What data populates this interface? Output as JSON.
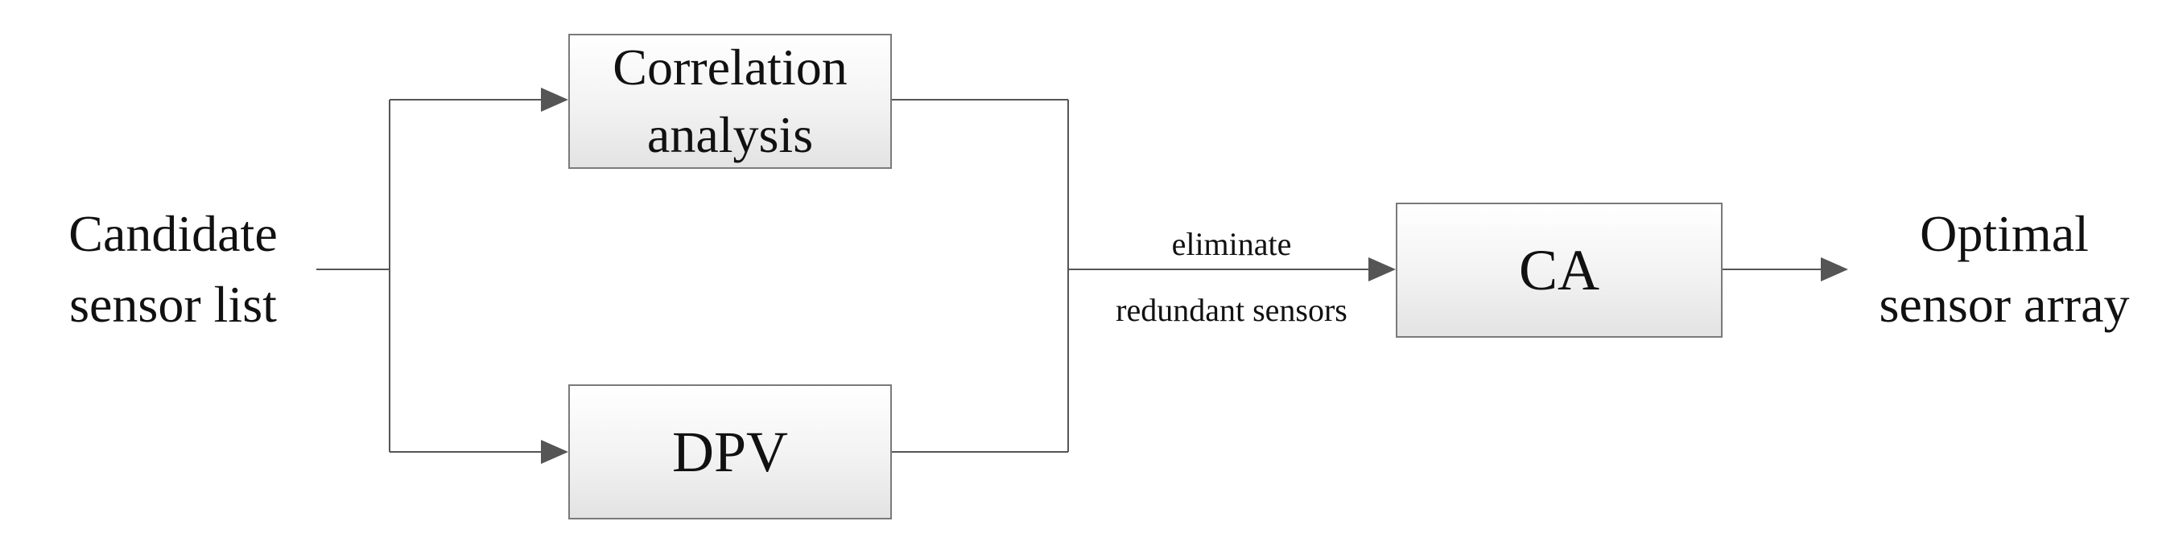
{
  "input": {
    "line1": "Candidate",
    "line2": "sensor list"
  },
  "correlation_box": {
    "line1": "Correlation",
    "line2": "analysis"
  },
  "dpv_box": {
    "label": "DPV"
  },
  "edge_label": {
    "line1": "eliminate",
    "line2": "redundant sensors"
  },
  "ca_box": {
    "label": "CA"
  },
  "output": {
    "line1": "Optimal",
    "line2": "sensor array"
  }
}
